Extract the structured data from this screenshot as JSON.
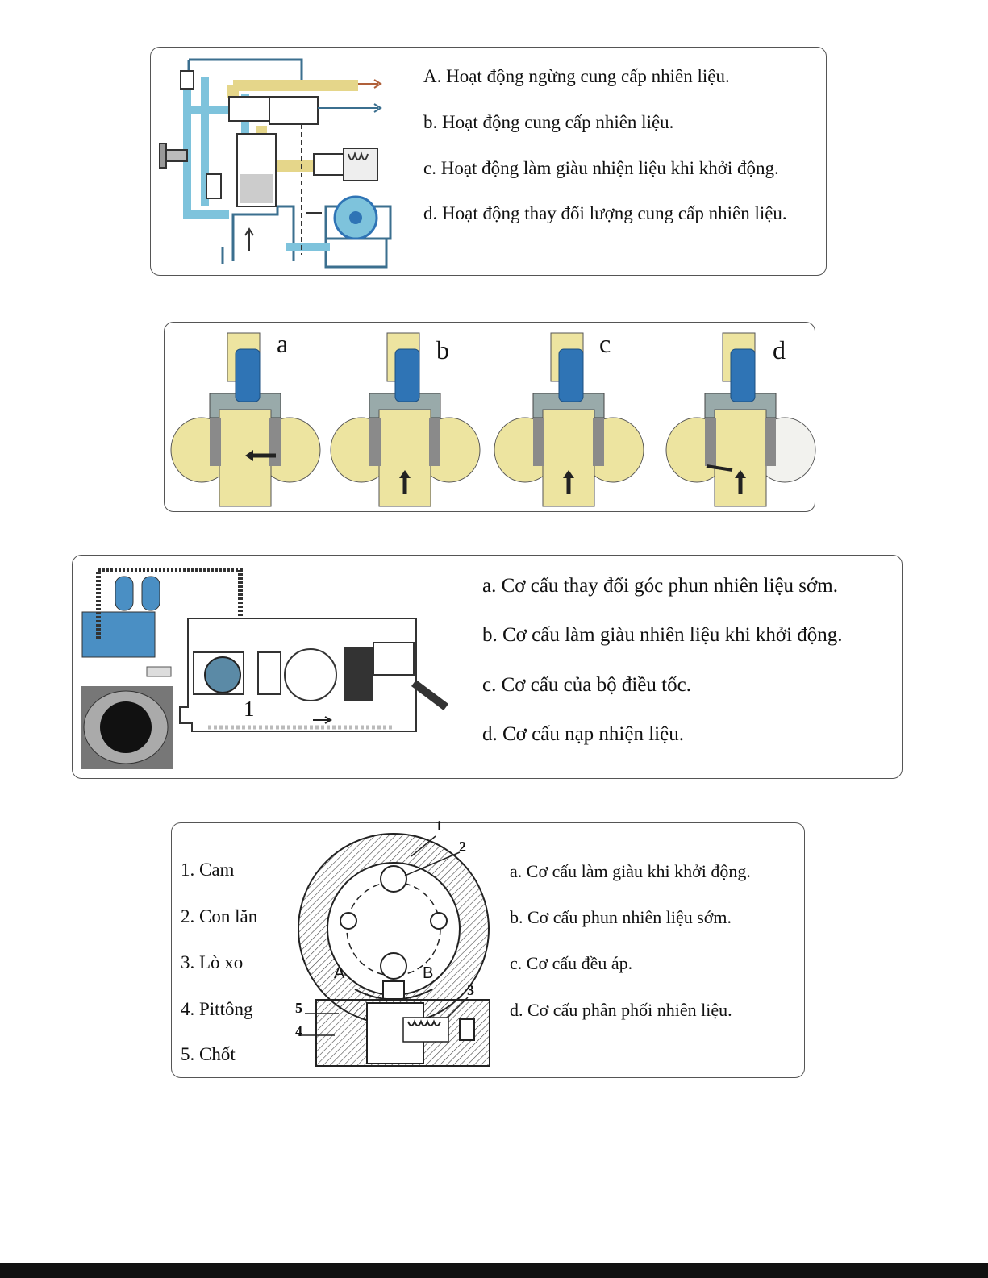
{
  "panel1": {
    "options": [
      "A. Hoạt động ngừng cung cấp nhiên liệu.",
      "b.  Hoạt động cung cấp nhiên liệu.",
      "c. Hoạt động làm giàu nhiện liệu khi khởi động.",
      "d. Hoạt động thay đổi lượng cung cấp nhiên liệu."
    ]
  },
  "panel2": {
    "letters": [
      "a",
      "b",
      "c",
      "d"
    ]
  },
  "panel3": {
    "options": [
      "a. Cơ cấu thay đổi góc phun nhiên liệu sớm.",
      "b. Cơ cấu làm giàu nhiên liệu khi khởi động.",
      "c. Cơ cấu của bộ điều tốc.",
      "d. Cơ cấu nạp nhiện liệu."
    ],
    "callout": "1"
  },
  "panel4": {
    "parts": [
      "1. Cam",
      "2. Con lăn",
      "3. Lò xo",
      "4. Pittông",
      "5. Chốt"
    ],
    "options": [
      "a. Cơ cấu làm giàu khi khởi động.",
      "b. Cơ cấu phun nhiên liệu sớm.",
      "c. Cơ cấu đều áp.",
      "d. Cơ cấu phân phối nhiên liệu."
    ],
    "diagram_numbers": [
      "1",
      "2",
      "3",
      "5",
      "4"
    ],
    "diagram_letters": [
      "A",
      "B"
    ]
  },
  "colors": {
    "fuel_blue": "#7ec3dc",
    "fuel_yellow": "#ede4a0",
    "deep_blue": "#2f74b5",
    "gray": "#8a8a8a",
    "arrow_brown": "#b0603a"
  }
}
